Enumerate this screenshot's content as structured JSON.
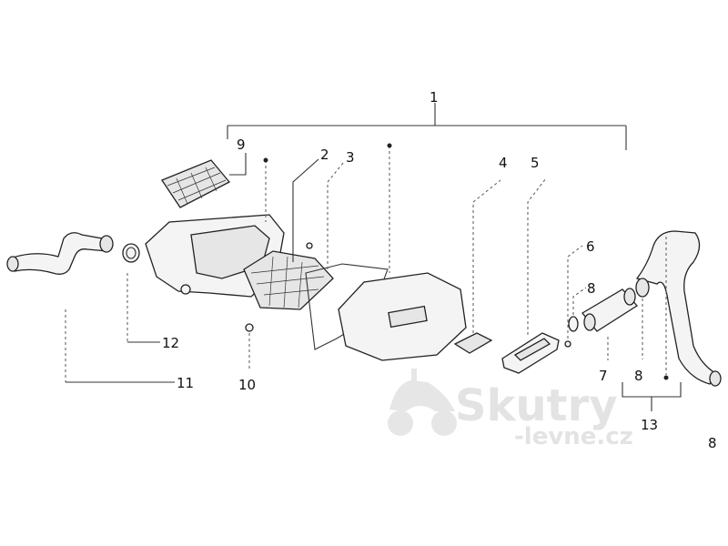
{
  "diagram": {
    "callouts": {
      "c1": "1",
      "c2": "2",
      "c3": "3",
      "c4": "4",
      "c5": "5",
      "c6": "6",
      "c7": "7",
      "c8a": "8",
      "c8b": "8",
      "c8c": "8",
      "c9": "9",
      "c10": "10",
      "c11": "11",
      "c12": "12",
      "c13": "13"
    },
    "watermark": {
      "brand": "Skutry",
      "domain": "-levne.cz"
    }
  }
}
